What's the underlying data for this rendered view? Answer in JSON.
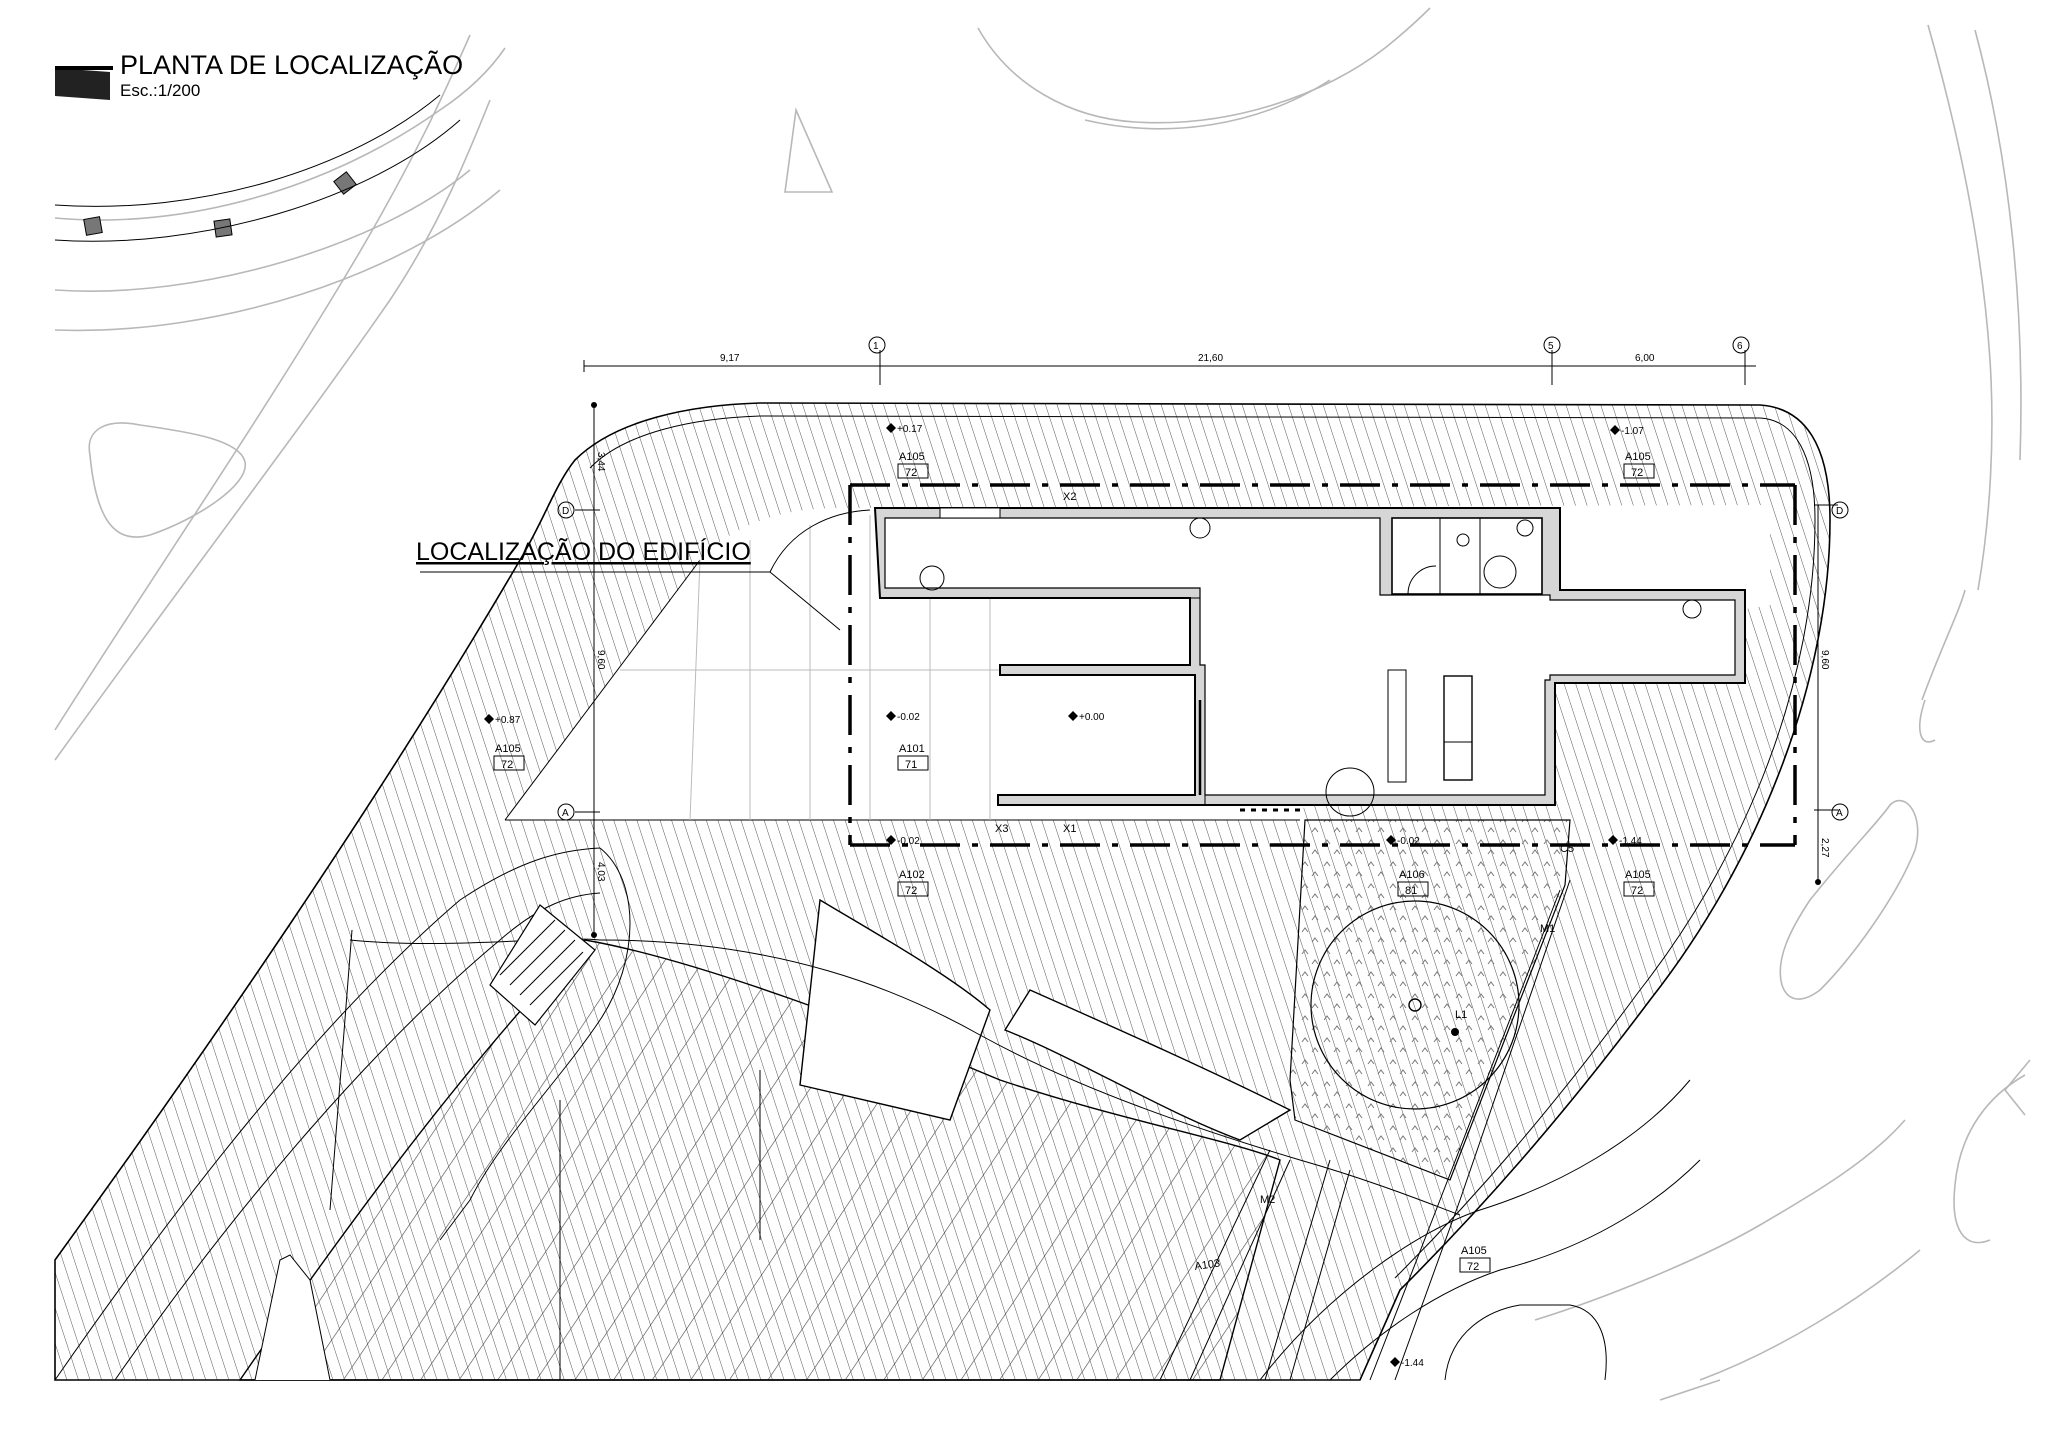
{
  "title": {
    "main": "PLANTA DE LOCALIZAÇÃO",
    "scale": "Esc.:1/200"
  },
  "callout": "LOCALIZAÇÃO DO EDIFÍCIO",
  "dimensions": {
    "top": [
      "9,17",
      "21,60",
      "6,00"
    ],
    "left": [
      "3,44",
      "9,60",
      "4,03"
    ],
    "right": [
      "9,60",
      "2,27"
    ]
  },
  "grid_labels": {
    "top": [
      "1",
      "5",
      "6"
    ],
    "left": [
      "D",
      "A"
    ],
    "right": [
      "D",
      "A"
    ]
  },
  "levels": [
    "+0.17",
    "-1.07",
    "+0.87",
    "-0.02",
    "+0.00",
    "-0.02",
    "-0.02",
    "-1.44",
    "-1.44"
  ],
  "zones": [
    {
      "code": "A105",
      "num": "72"
    },
    {
      "code": "A105",
      "num": "72"
    },
    {
      "code": "A105",
      "num": "72"
    },
    {
      "code": "A101",
      "num": "71"
    },
    {
      "code": "A102",
      "num": "72"
    },
    {
      "code": "A106",
      "num": "81"
    },
    {
      "code": "A105",
      "num": "72"
    },
    {
      "code": "A105",
      "num": "72"
    }
  ],
  "markers": [
    "X2",
    "X3",
    "X1",
    "C5",
    "M1",
    "L1",
    "M2",
    "A103"
  ]
}
